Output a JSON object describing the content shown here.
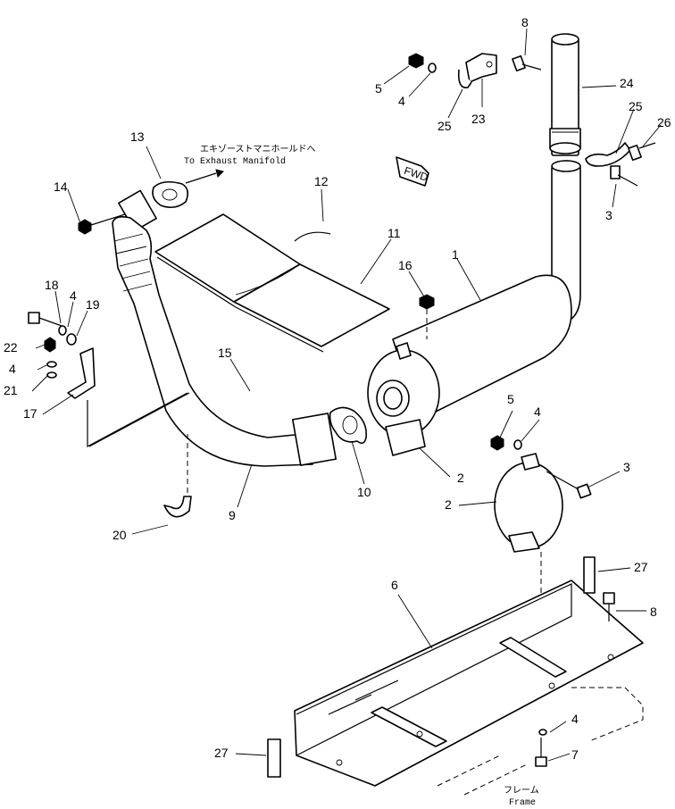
{
  "annotations": {
    "manifold_jp": "エキゾーストマニホールドへ",
    "manifold_en": "To Exhaust Manifold",
    "fwd": "FWD",
    "frame_jp": "フレーム",
    "frame_en": "Frame"
  },
  "callouts": [
    {
      "id": "c-8a",
      "text": "8"
    },
    {
      "id": "c-24",
      "text": "24"
    },
    {
      "id": "c-5a",
      "text": "5"
    },
    {
      "id": "c-4a",
      "text": "4"
    },
    {
      "id": "c-25a",
      "text": "25"
    },
    {
      "id": "c-23",
      "text": "23"
    },
    {
      "id": "c-25b",
      "text": "25"
    },
    {
      "id": "c-26",
      "text": "26"
    },
    {
      "id": "c-3a",
      "text": "3"
    },
    {
      "id": "c-13",
      "text": "13"
    },
    {
      "id": "c-14",
      "text": "14"
    },
    {
      "id": "c-12",
      "text": "12"
    },
    {
      "id": "c-11",
      "text": "11"
    },
    {
      "id": "c-1",
      "text": "1"
    },
    {
      "id": "c-16",
      "text": "16"
    },
    {
      "id": "c-18",
      "text": "18"
    },
    {
      "id": "c-4b",
      "text": "4"
    },
    {
      "id": "c-19",
      "text": "19"
    },
    {
      "id": "c-22",
      "text": "22"
    },
    {
      "id": "c-4c",
      "text": "4"
    },
    {
      "id": "c-21",
      "text": "21"
    },
    {
      "id": "c-17",
      "text": "17"
    },
    {
      "id": "c-15",
      "text": "15"
    },
    {
      "id": "c-5b",
      "text": "5"
    },
    {
      "id": "c-4d",
      "text": "4"
    },
    {
      "id": "c-3b",
      "text": "3"
    },
    {
      "id": "c-2a",
      "text": "2"
    },
    {
      "id": "c-2b",
      "text": "2"
    },
    {
      "id": "c-10",
      "text": "10"
    },
    {
      "id": "c-9",
      "text": "9"
    },
    {
      "id": "c-20",
      "text": "20"
    },
    {
      "id": "c-6",
      "text": "6"
    },
    {
      "id": "c-27a",
      "text": "27"
    },
    {
      "id": "c-8b",
      "text": "8"
    },
    {
      "id": "c-4e",
      "text": "4"
    },
    {
      "id": "c-7",
      "text": "7"
    },
    {
      "id": "c-27b",
      "text": "27"
    }
  ]
}
